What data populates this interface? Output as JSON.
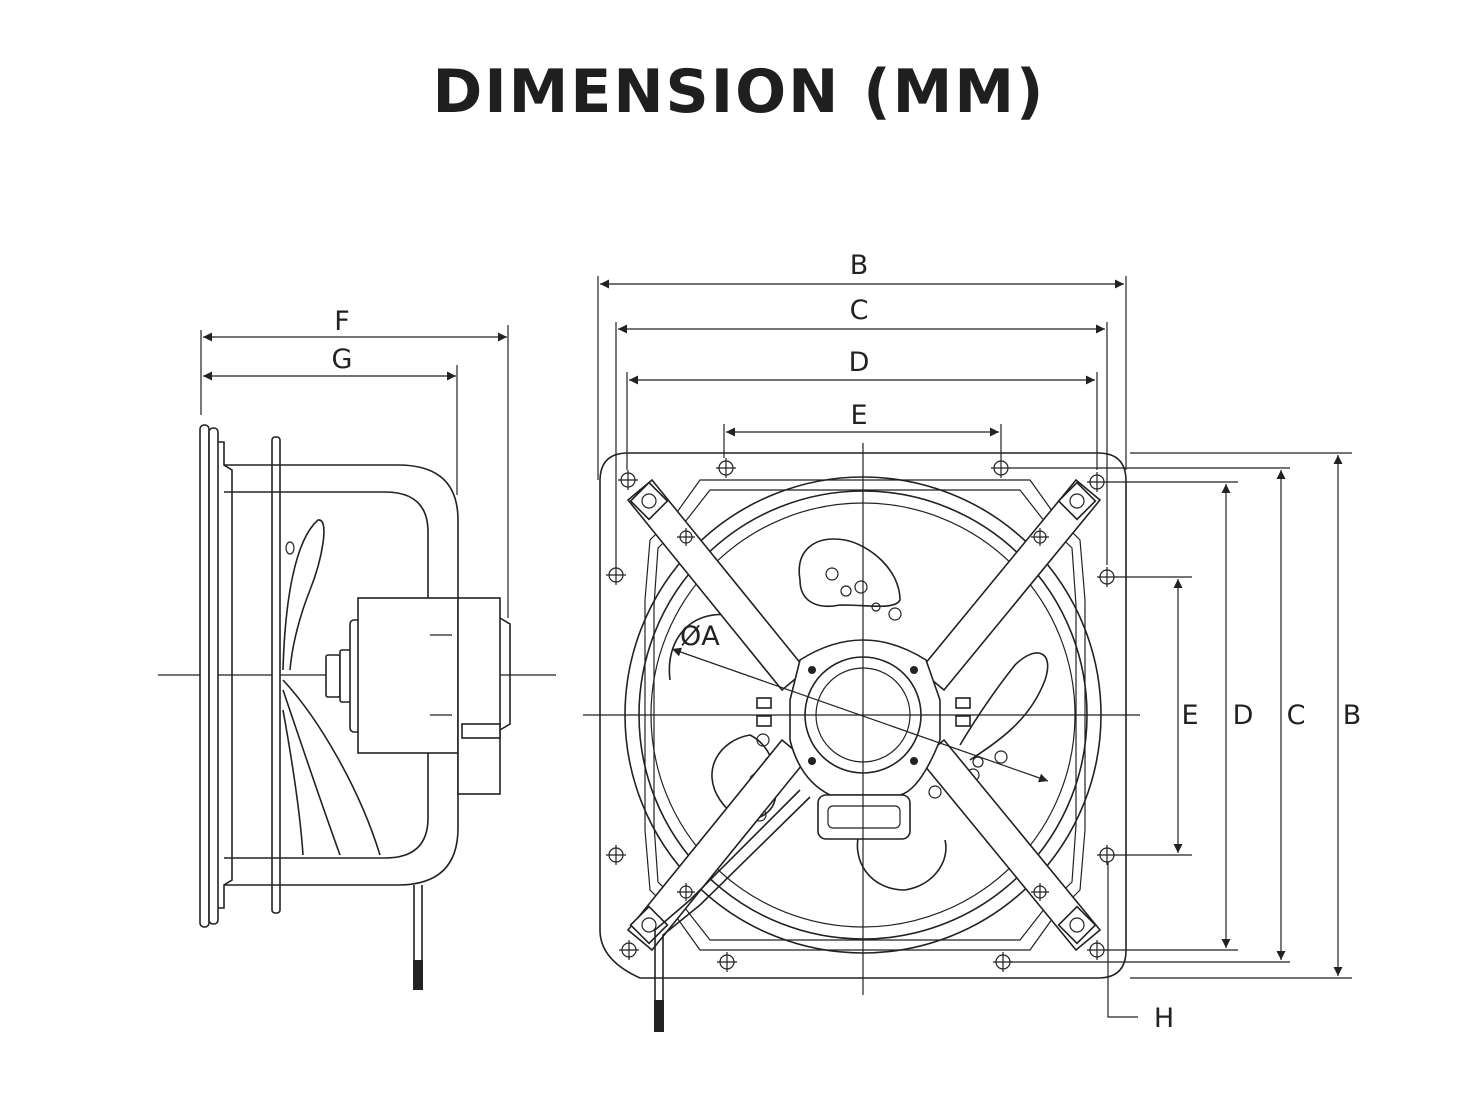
{
  "title": "DIMENSION (MM)",
  "labels": {
    "F": "F",
    "G": "G",
    "B": "B",
    "C": "C",
    "D": "D",
    "E": "E",
    "A": "ØA",
    "H": "H"
  }
}
